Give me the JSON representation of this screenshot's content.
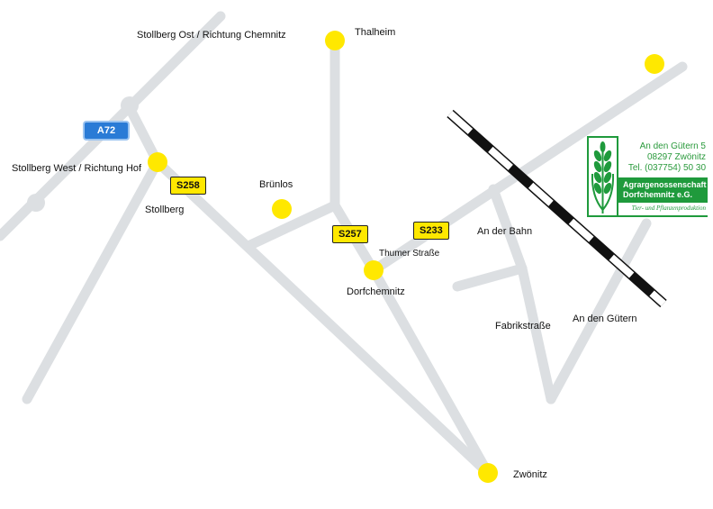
{
  "colors": {
    "background": "#ffffff",
    "road": "#dcdfe2",
    "town_marker": "#ffe800",
    "state_road_sign": "#ffe800",
    "motorway_sign": "#2a7bd6",
    "brand_green": "#1f9a3c",
    "railway_dark": "#111111"
  },
  "places": {
    "stollberg_ost": "Stollberg Ost / Richtung Chemnitz",
    "thalheim": "Thalheim",
    "stollberg_west": "Stollberg West / Richtung Hof",
    "stollberg": "Stollberg",
    "bruenlos": "Brünlos",
    "dorfchemnitz": "Dorfchemnitz",
    "zwoenitz": "Zwönitz"
  },
  "streets": {
    "thumer_strasse": "Thumer Straße",
    "an_der_bahn": "An der Bahn",
    "fabrikstrasse": "Fabrikstraße",
    "an_den_guetern": "An den Gütern"
  },
  "road_signs": {
    "motorway": "A72",
    "s258": "S258",
    "s257": "S257",
    "s233": "S233"
  },
  "company": {
    "address_line1": "An den Gütern 5",
    "address_line2": "08297 Zwönitz",
    "phone": "Tel. (037754) 50 30",
    "name_line1": "Agrargenossenschaft",
    "name_line2": "Dorfchemnitz e.G.",
    "slogan": "Tier- und Pflanzenproduktion"
  },
  "icons": {
    "town": "yellow-circle",
    "railway": "striped-railway-line",
    "logo": "wheat-ear-icon"
  }
}
